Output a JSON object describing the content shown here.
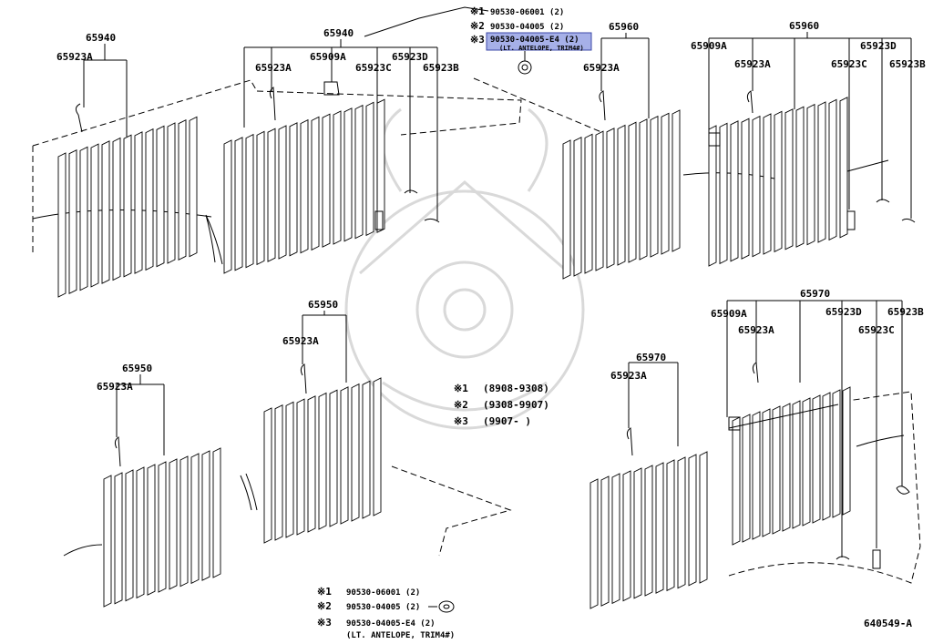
{
  "figure_number": "640549-A",
  "part_labels": {
    "g1_main": "65940",
    "g1_a": "65923A",
    "g2_main": "65940",
    "g2_a": "65923A",
    "g2_909": "65909A",
    "g2_c": "65923C",
    "g2_d": "65923D",
    "g2_b": "65923B",
    "g3_main": "65960",
    "g3_a": "65923A",
    "g4_main": "65960",
    "g4_909": "65909A",
    "g4_a": "65923A",
    "g4_d": "65923D",
    "g4_c": "65923C",
    "g4_b": "65923B",
    "g5_main": "65950",
    "g5_a": "65923A",
    "g6_main": "65950",
    "g6_a": "65923A",
    "g7_main": "65970",
    "g7_a": "65923A",
    "g8_main": "65970",
    "g8_909": "65909A",
    "g8_a": "65923A",
    "g8_d": "65923D",
    "g8_c": "65923C",
    "g8_b": "65923B"
  },
  "top_callout": {
    "m1": "※1",
    "p1": "90530-06001 (2)",
    "m2": "※2",
    "p2": "90530-04005 (2)",
    "m3": "※3",
    "p3": "90530-04005-E4 (2)",
    "note": "(LT. ANTELOPE, TRIM4#)"
  },
  "bottom_callout": {
    "m1": "※1",
    "p1": "90530-06001 (2)",
    "m2": "※2",
    "p2": "90530-04005 (2)",
    "m3": "※3",
    "p3": "90530-04005-E4 (2)",
    "note": "(LT. ANTELOPE, TRIM4#)"
  },
  "legend": {
    "m1": "※1",
    "r1": "(8908-9308)",
    "m2": "※2",
    "r2": "(9308-9907)",
    "m3": "※3",
    "r3": "(9907-      )"
  },
  "colors": {
    "highlight": "#a6b0e8",
    "line": "#000000"
  }
}
